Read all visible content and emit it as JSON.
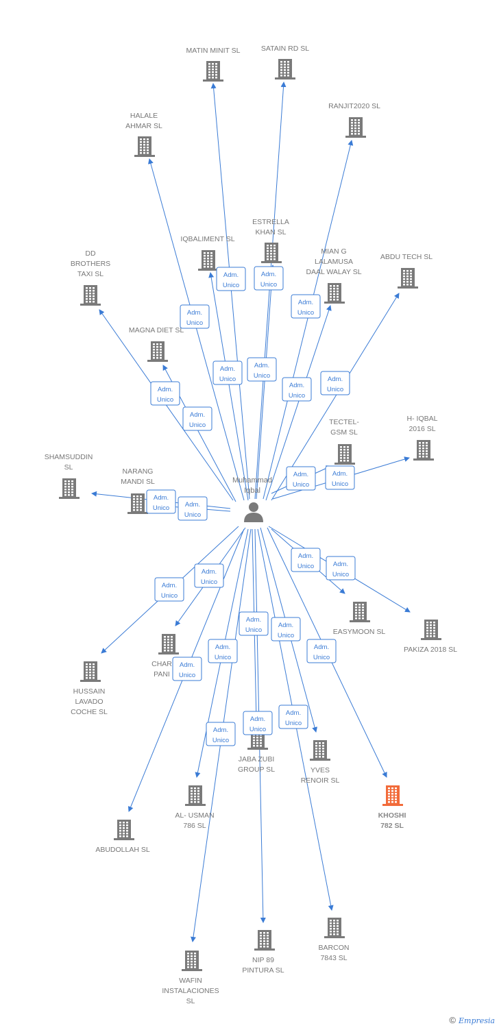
{
  "center": {
    "label_lines": [
      "Muhammad",
      "Iqbal"
    ]
  },
  "role": [
    "Adm.",
    "Unico"
  ],
  "colors": {
    "edge": "#3a7bd5",
    "building": "#7a7a7a",
    "highlight": "#f26b3a",
    "person": "#7a7a7a"
  },
  "companies": [
    {
      "id": "matin-minit",
      "lines": [
        "MATIN MINIT  SL"
      ]
    },
    {
      "id": "satain-rd",
      "lines": [
        "SATAIN RD  SL"
      ]
    },
    {
      "id": "ranjit2020",
      "lines": [
        "RANJIT2020  SL"
      ]
    },
    {
      "id": "halale-ahmar",
      "lines": [
        "HALALE",
        "AHMAR  SL"
      ]
    },
    {
      "id": "estrella-khan",
      "lines": [
        "ESTRELLA",
        "KHAN  SL"
      ]
    },
    {
      "id": "iqbaliment",
      "lines": [
        "IQBALIMENT  SL"
      ]
    },
    {
      "id": "mian-g",
      "lines": [
        "MIAN G",
        "LALAMUSA",
        "DAAL WALAY  SL"
      ]
    },
    {
      "id": "abdu-tech",
      "lines": [
        "ABDU TECH  SL"
      ]
    },
    {
      "id": "dd-brothers",
      "lines": [
        "DD",
        "BROTHERS",
        "TAXI  SL"
      ]
    },
    {
      "id": "magna-diet",
      "lines": [
        "MAGNA DIET  SL"
      ]
    },
    {
      "id": "tectel-gsm",
      "lines": [
        "TECTEL-",
        "GSM  SL"
      ]
    },
    {
      "id": "h-iqbal",
      "lines": [
        "H- IQBAL",
        "2016  SL"
      ]
    },
    {
      "id": "shamsuddin",
      "lines": [
        "SHAMSUDDIN",
        "SL"
      ]
    },
    {
      "id": "narang-mandi",
      "lines": [
        "NARANG",
        "MANDI  SL"
      ]
    },
    {
      "id": "easymoon",
      "lines": [
        "EASYMOON  SL"
      ]
    },
    {
      "id": "pakiza",
      "lines": [
        "PAKIZA 2018  SL"
      ]
    },
    {
      "id": "char-pani",
      "lines": [
        "CHAR",
        "PANI"
      ]
    },
    {
      "id": "hussain",
      "lines": [
        "HUSSAIN",
        "LAVADO",
        "COCHE  SL"
      ]
    },
    {
      "id": "jaba-zubi",
      "lines": [
        "JABA ZUBI",
        "GROUP  SL"
      ]
    },
    {
      "id": "yves-renoir",
      "lines": [
        "YVES",
        "RENOIR SL"
      ]
    },
    {
      "id": "khoshi",
      "lines": [
        "KHOSHI",
        "782  SL"
      ],
      "highlight": true
    },
    {
      "id": "al-usman",
      "lines": [
        "AL- USMAN",
        "786 SL"
      ]
    },
    {
      "id": "abudollah",
      "lines": [
        "ABUDOLLAH  SL"
      ]
    },
    {
      "id": "nip89",
      "lines": [
        "NIP 89",
        "PINTURA  SL"
      ]
    },
    {
      "id": "barcon",
      "lines": [
        "BARCON",
        "7843  SL"
      ]
    },
    {
      "id": "wafin",
      "lines": [
        "WAFIN",
        "INSTALACIONES",
        "SL"
      ]
    }
  ],
  "footer": {
    "copyright": "©",
    "brand": "Empresia"
  }
}
